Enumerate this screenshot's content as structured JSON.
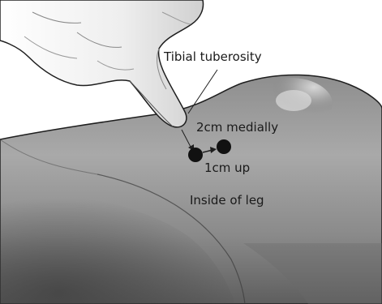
{
  "labels": {
    "tibial_tuberosity": "Tibial tuberosity",
    "medially": "2cm medially",
    "up": "1cm up",
    "inside_of_leg": "Inside of leg"
  },
  "colors": {
    "skin_light": "#cfcfcf",
    "skin_mid": "#9a9a9a",
    "skin_dark": "#4f4f4f",
    "outline": "#1e1e1e",
    "glove": "#f4f4f4",
    "point": "#111111"
  }
}
